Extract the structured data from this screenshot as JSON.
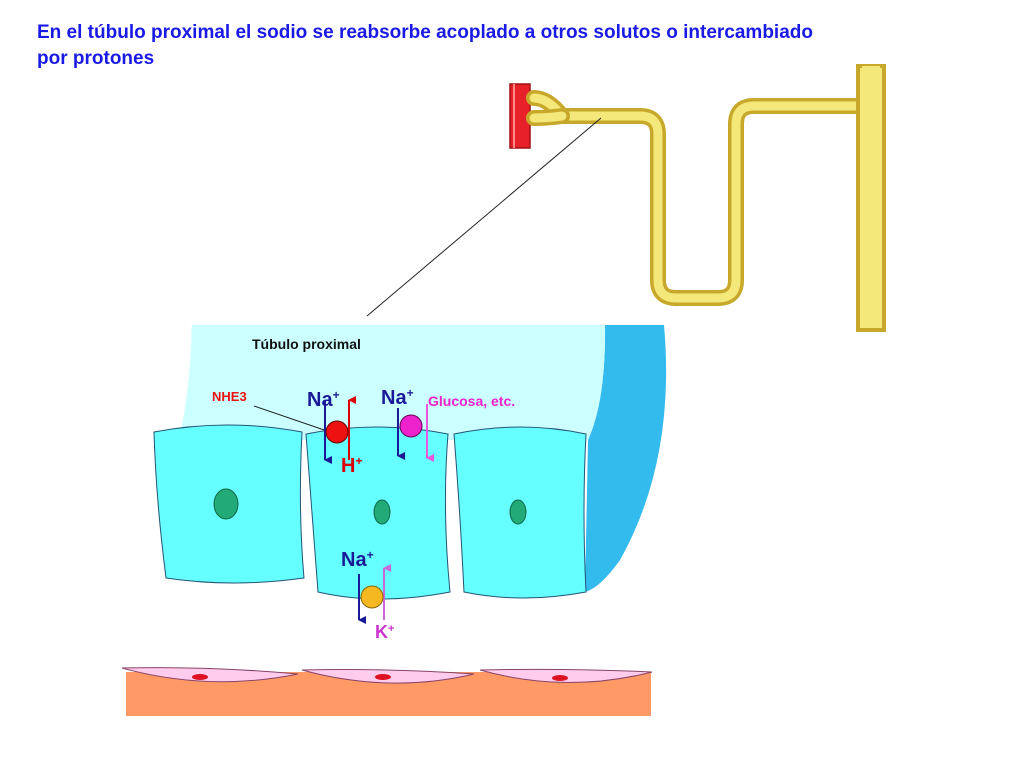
{
  "title": "En el túbulo proximal el sodio se reabsorbe acoplado a otros solutos o intercambiado por protones",
  "labels": {
    "lumen": "Túbulo proximal",
    "nhe3": "NHE3",
    "na_left": "Na",
    "na_right": "Na",
    "h": "H",
    "glucose": "Glucosa, etc.",
    "na_bottom": "Na",
    "k": "K",
    "plus": "+"
  },
  "colors": {
    "title": "#1a1ae6",
    "lumen": "#ccffff",
    "cell": "#66ffff",
    "nucleus": "#22aa77",
    "tubule": "#f5e87a",
    "tubule_border": "#c7a82a",
    "arteriole": "#e8202a",
    "interstitium": "#ff9966",
    "endothelium": "#ffccee",
    "sodium_arrow": "#1a1a99",
    "proton": "#dd0000",
    "glucose": "#ee22cc",
    "potassium_pump": "#f5b820",
    "potassium": "#cc33cc"
  }
}
